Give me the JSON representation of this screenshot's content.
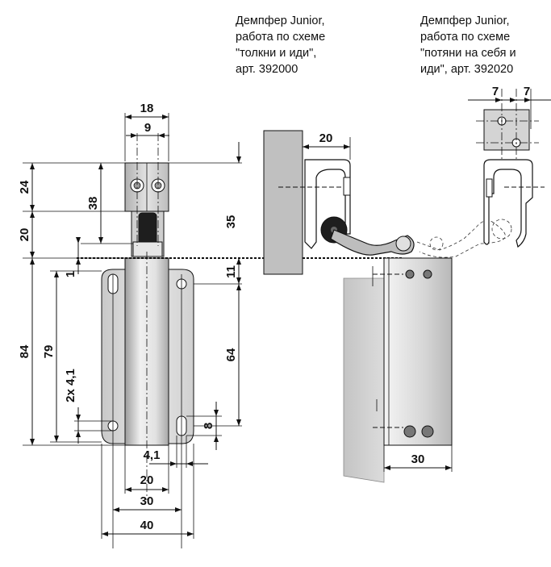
{
  "captions": {
    "push_go": [
      "Демпфер Junior,",
      "работа по схеме",
      "\"толкни и иди\",",
      "арт. 392000"
    ],
    "pull_self": [
      "Демпфер Junior,",
      "работа по схеме",
      "\"потяни на себя и",
      "иди\", арт. 392020"
    ]
  },
  "dimensions": {
    "d18": "18",
    "d9": "9",
    "d24": "24",
    "d38": "38",
    "d20_left": "20",
    "d1": "1",
    "d84": "84",
    "d79": "79",
    "d2x41": "2x 4,1",
    "d35": "35",
    "d11": "11",
    "d64": "64",
    "d8": "8",
    "d41": "4,1",
    "d20_bottom": "20",
    "d30_bottom": "30",
    "d40_bottom": "40",
    "d20_right": "20",
    "d30_right": "30",
    "d7_a": "7",
    "d7_b": "7"
  },
  "colors": {
    "metal_light": "#e6e6e6",
    "metal_dark": "#9a9a9a",
    "frame_gray": "#bdbdbd",
    "line": "#111111"
  }
}
